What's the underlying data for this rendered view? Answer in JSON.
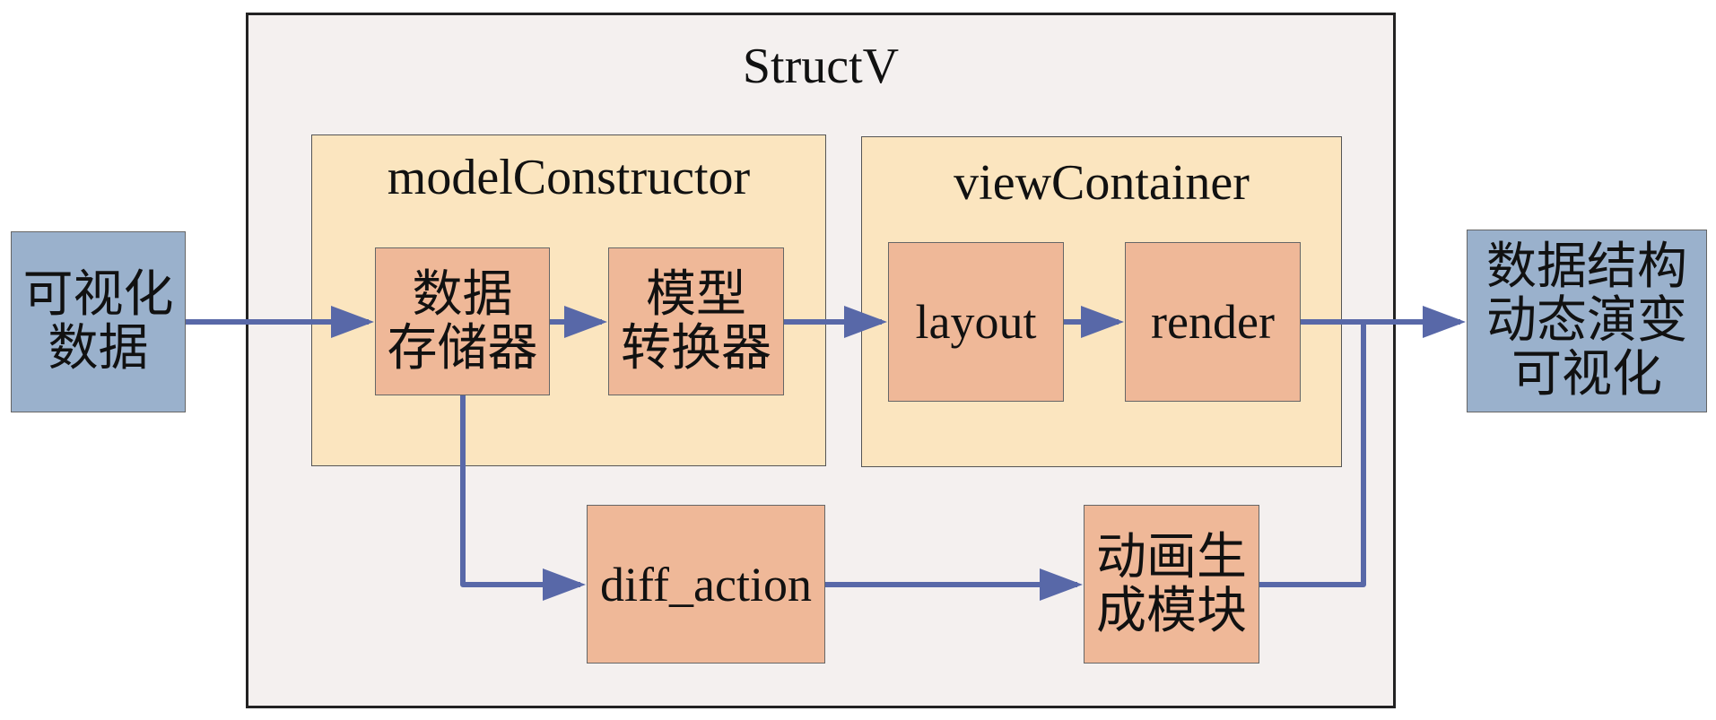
{
  "input": {
    "lines": [
      "可视化",
      "数据"
    ]
  },
  "output": {
    "lines": [
      "数据结构",
      "动态演变",
      "可视化"
    ]
  },
  "system": {
    "title": "StructV"
  },
  "model_constructor": {
    "title": "modelConstructor",
    "store": {
      "lines": [
        "数据",
        "存储器"
      ]
    },
    "converter": {
      "lines": [
        "模型",
        "转换器"
      ]
    }
  },
  "view_container": {
    "title": "viewContainer",
    "layout": "layout",
    "render": "render"
  },
  "diff_action": "diff_action",
  "animation": {
    "lines": [
      "动画生",
      "成模块"
    ]
  },
  "colors": {
    "io_box": "#9ab1cc",
    "container": "#f4f0ef",
    "panel": "#fbe5bf",
    "node": "#efb898",
    "arrow": "#5868a8"
  }
}
